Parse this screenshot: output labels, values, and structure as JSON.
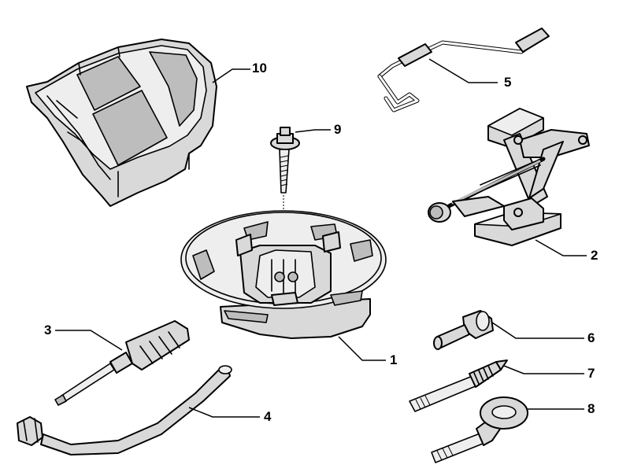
{
  "callouts": {
    "c1": "1",
    "c2": "2",
    "c3": "3",
    "c4": "4",
    "c5": "5",
    "c6": "6",
    "c7": "7",
    "c8": "8",
    "c9": "9",
    "c10": "10"
  },
  "colors": {
    "line": "#000000",
    "fill": "#d9d9d9",
    "background": "#ffffff"
  }
}
